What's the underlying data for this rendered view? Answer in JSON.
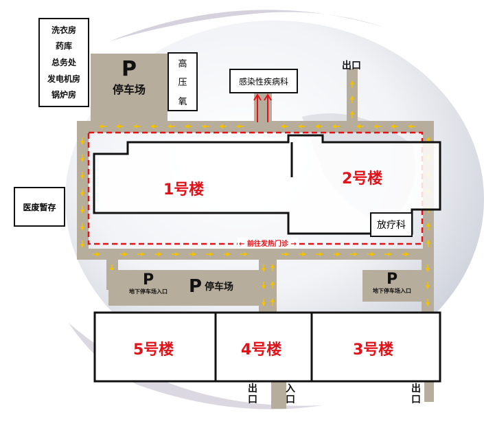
{
  "services_list": [
    "洗衣房",
    "药库",
    "总务处",
    "发电机房",
    "锅炉房"
  ],
  "hyperbaric_oxygen": [
    "高",
    "压",
    "氧"
  ],
  "infectious_dept": "感染性疾病科",
  "medical_waste": "医废暂存",
  "radiotherapy": "放疗科",
  "top_parking": {
    "letter": "P",
    "label": "停车场"
  },
  "mid_parking": {
    "letter": "P",
    "label": "停车场"
  },
  "underground_left": {
    "letter": "P",
    "label": "地下停车场入口"
  },
  "underground_right": {
    "letter": "P",
    "label": "地下停车场入口"
  },
  "route_label": "前往发热门诊",
  "buildings": {
    "b1": "1号楼",
    "b2": "2号楼",
    "b3": "3号楼",
    "b4": "4号楼",
    "b5": "5号楼"
  },
  "exits": {
    "top": "出口",
    "bottom_left": [
      "出",
      "口"
    ],
    "bottom_entry": [
      "入",
      "口"
    ],
    "bottom_right": [
      "出",
      "口"
    ]
  },
  "colors": {
    "road": "#b7ad9c",
    "arrow": "#f2c200",
    "route_dashed": "#e0121a",
    "building_label": "#e0121a"
  }
}
